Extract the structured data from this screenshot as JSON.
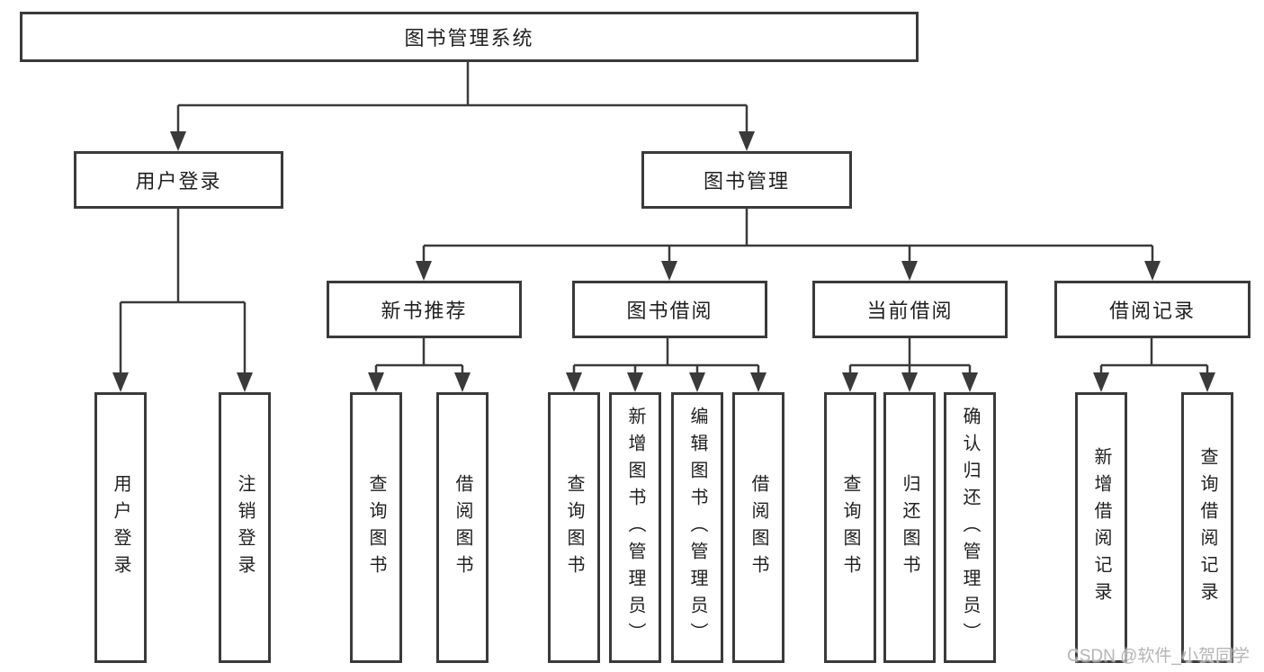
{
  "tree": {
    "root": {
      "label": "图书管理系统"
    },
    "branches": [
      {
        "label": "用户登录",
        "leaves": [
          {
            "label": "用户登录"
          },
          {
            "label": "注销登录"
          }
        ]
      },
      {
        "label": "图书管理",
        "sections": [
          {
            "label": "新书推荐",
            "leaves": [
              {
                "label": "查询图书"
              },
              {
                "label": "借阅图书"
              }
            ]
          },
          {
            "label": "图书借阅",
            "leaves": [
              {
                "label": "查询图书"
              },
              {
                "label": "新增图书（管理员）"
              },
              {
                "label": "编辑图书（管理员）"
              },
              {
                "label": "借阅图书"
              }
            ]
          },
          {
            "label": "当前借阅",
            "leaves": [
              {
                "label": "查询图书"
              },
              {
                "label": "归还图书"
              },
              {
                "label": "确认归还（管理员）"
              }
            ]
          },
          {
            "label": "借阅记录",
            "leaves": [
              {
                "label": "新增借阅记录"
              },
              {
                "label": "查询借阅记录"
              }
            ]
          }
        ]
      }
    ]
  },
  "watermark": {
    "text": "CSDN @软件_小贺同学"
  },
  "colors": {
    "line": "#3a3a3a",
    "text": "#1f1f1f",
    "box_fill": "#ffffff",
    "background": "#ffffff",
    "watermark": "#b5b5b5"
  }
}
